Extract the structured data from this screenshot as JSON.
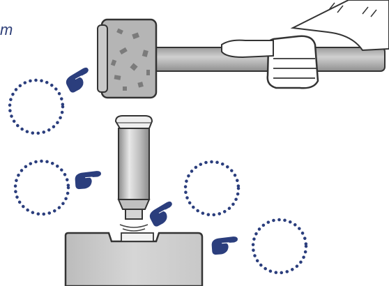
{
  "caption": {
    "text": "m"
  },
  "colors": {
    "accent": "#2b3e7d",
    "outline": "#333333",
    "tool_grey": "#b8b8b8",
    "dark_grey": "#7a7a7a",
    "light_grey": "#e6e6e6",
    "skin": "#ffffff"
  },
  "targets": [
    {
      "id": "target-1",
      "pointer": "pointing-hand-right"
    },
    {
      "id": "target-2",
      "pointer": "pointing-hand-right"
    },
    {
      "id": "target-3",
      "pointer": "pointing-hand-left"
    },
    {
      "id": "target-4",
      "pointer": "pointing-hand-left"
    },
    {
      "id": "target-5",
      "pointer": "pointing-hand-right"
    }
  ],
  "icons": [
    "hammer-icon",
    "hand-icon",
    "punch-tool-icon",
    "workpiece-block-icon",
    "pointing-hand-icon"
  ]
}
